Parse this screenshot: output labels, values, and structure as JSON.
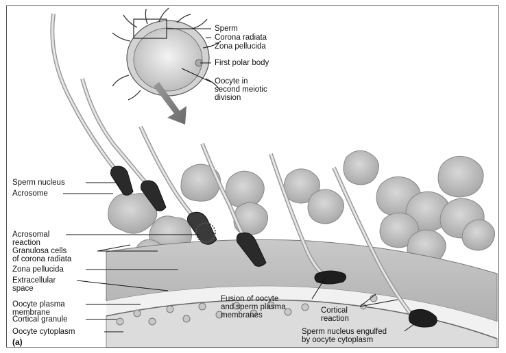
{
  "labels": {
    "sperm": "Sperm",
    "corona_radiata": "Corona radiata",
    "zona_pellucida_top": "Zona pellucida",
    "first_polar_body": "First polar body",
    "oocyte_meiotic": "Oocyte in\nsecond meiotic\ndivision",
    "sperm_nucleus": "Sperm nucleus",
    "acrosome": "Acrosome",
    "acrosomal_reaction": "Acrosomal\nreaction",
    "granulosa_cells": "Granulosa cells\nof corona radiata",
    "zona_pellucida": "Zona pellucida",
    "extracellular_space": "Extracellular\nspace",
    "oocyte_plasma_membrane": "Oocyte plasma\nmembrane",
    "cortical_granule": "Cortical granule",
    "oocyte_cytoplasm": "Oocyte cytoplasm",
    "fusion": "Fusion of oocyte\nand sperm plasma\nmembranes",
    "cortical_reaction": "Cortical\nreaction",
    "sperm_engulfed": "Sperm nucleus engulfed\nby oocyte cytoplasm",
    "panel": "(a)"
  },
  "colors": {
    "zona": "#bdbdbd",
    "cytoplasm": "#e4e4e4",
    "extracellular": "#f2f2f2",
    "cells": "#c4c4c4",
    "sperm_head": "#2a2a2a"
  }
}
